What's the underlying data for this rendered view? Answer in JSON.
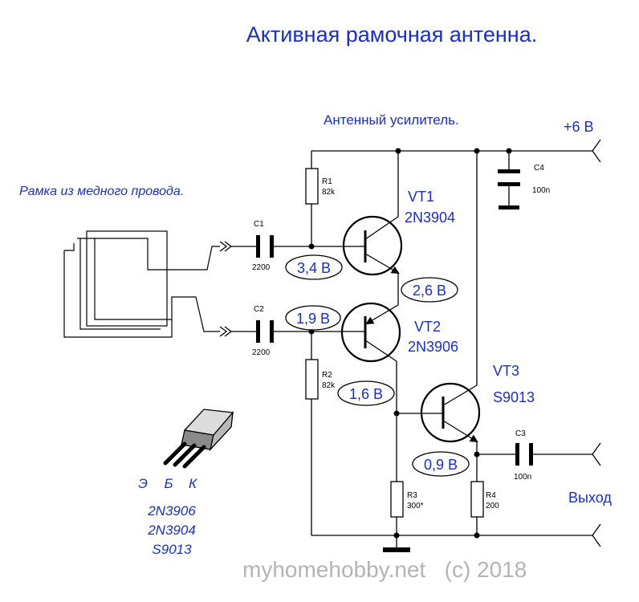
{
  "title": "Активная рамочная антенна.",
  "amp_label": "Антенный усилитель.",
  "supply_label": "+6 В",
  "loop_label": "Рамка из медного провода.",
  "output_label": "Выход",
  "watermark": "myhomehobby.net   (c) 2018",
  "components": {
    "r1_name": "R1",
    "r1_value": "82k",
    "r2_name": "R2",
    "r2_value": "82k",
    "r3_name": "R3",
    "r3_value": "300*",
    "r4_name": "R4",
    "r4_value": "200",
    "c1_name": "C1",
    "c1_value": "2200",
    "c2_name": "C2",
    "c2_value": "2200",
    "c3_name": "C3",
    "c3_value": "100n",
    "c4_name": "C4",
    "c4_value": "100n",
    "vt1_name": "VT1",
    "vt1_type": "2N3904",
    "vt2_name": "VT2",
    "vt2_type": "2N3906",
    "vt3_name": "VT3",
    "vt3_type": "S9013"
  },
  "voltages": {
    "vt1_base": "3,4 В",
    "vt1_emitter": "2,6 В",
    "vt2_base": "1,9 В",
    "vt2_collector": "1,6 В",
    "vt3_emitter": "0,9 В"
  },
  "pinout": {
    "e": "Э",
    "b": "Б",
    "k": "К",
    "types": [
      "2N3906",
      "2N3904",
      "S9013"
    ]
  },
  "colors": {
    "label_blue": "#1a2fc8",
    "wire": "#000000",
    "watermark": "#b4b4b4"
  }
}
